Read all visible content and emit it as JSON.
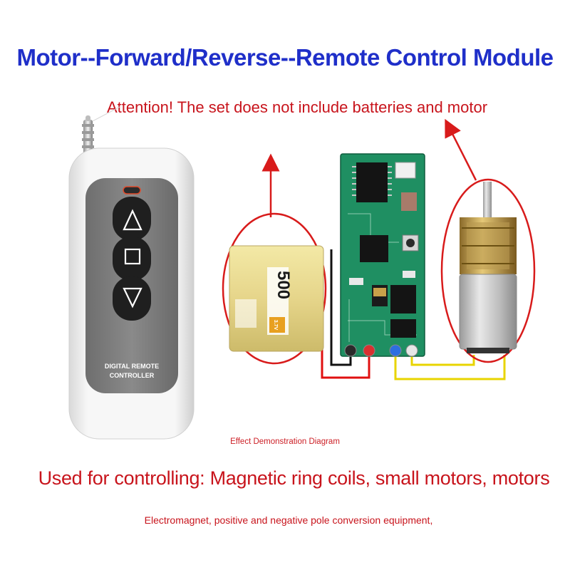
{
  "title": "Motor--Forward/Reverse--Remote Control Module",
  "attention": "Attention! The set does not include batteries and motor",
  "remote": {
    "label_line1": "DIGITAL REMOTE",
    "label_line2": "CONTROLLER"
  },
  "battery": {
    "capacity_text": "500",
    "voltage_text": "3.7V"
  },
  "caption": "Effect Demonstration Diagram",
  "used_for": "Used for controlling: Magnetic ring coils, small motors, motors",
  "subtitle": "Electromagnet, positive and negative pole conversion equipment,",
  "colors": {
    "title": "#1f2fc9",
    "red_text": "#c8141c",
    "pcb_green": "#1f8f62",
    "wire_yellow": "#e8d400",
    "wire_red": "#e01010"
  }
}
